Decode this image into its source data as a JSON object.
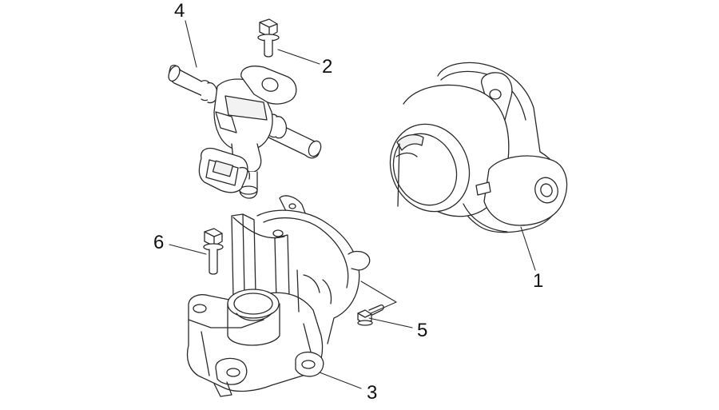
{
  "diagram": {
    "callouts": [
      {
        "id": "part-1",
        "label": "1"
      },
      {
        "id": "part-2",
        "label": "2"
      },
      {
        "id": "part-3",
        "label": "3"
      },
      {
        "id": "part-4",
        "label": "4"
      },
      {
        "id": "part-5",
        "label": "5"
      },
      {
        "id": "part-6",
        "label": "6"
      }
    ],
    "colors": {
      "line": "#2a2a2a",
      "background": "#ffffff",
      "shade": "#f2f2f2"
    },
    "parts": {
      "part-1": "throttle-body-housing",
      "part-2": "flange-bolt",
      "part-3": "intake-manifold",
      "part-4": "fuel-injector-assembly",
      "part-5": "small-screw",
      "part-6": "manifold-bolt"
    }
  }
}
